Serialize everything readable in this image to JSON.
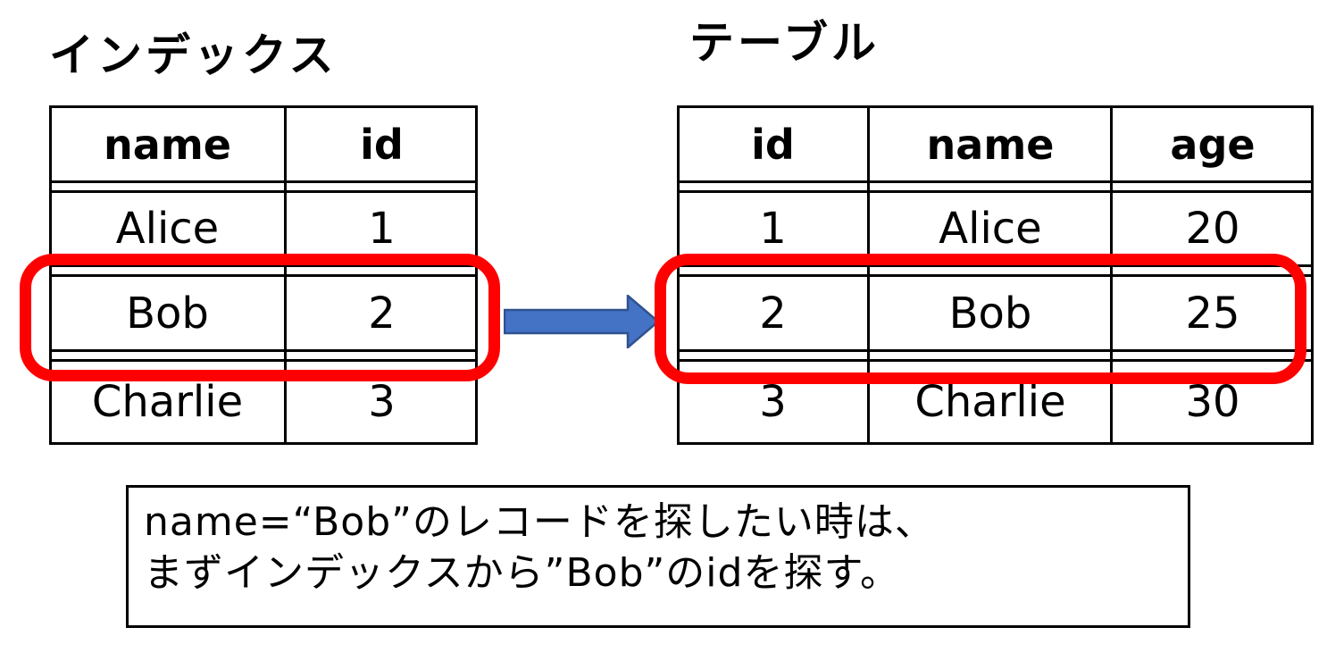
{
  "index_table": {
    "title": "インデックス",
    "headers": [
      "name",
      "id"
    ],
    "rows": [
      [
        "Alice",
        "1"
      ],
      [
        "Bob",
        "2"
      ],
      [
        "Charlie",
        "3"
      ]
    ]
  },
  "main_table": {
    "title": "テーブル",
    "headers": [
      "id",
      "name",
      "age"
    ],
    "rows": [
      [
        "1",
        "Alice",
        "20"
      ],
      [
        "2",
        "Bob",
        "25"
      ],
      [
        "3",
        "Charlie",
        "30"
      ]
    ]
  },
  "caption": {
    "line1": "name=“Bob”のレコードを探したい時は、",
    "line2": "まずインデックスから”Bob”のidを探す。"
  },
  "colors": {
    "highlight": "#ff0000",
    "arrow_fill": "#4472c4",
    "arrow_stroke": "#2f528f",
    "line": "#000000"
  }
}
